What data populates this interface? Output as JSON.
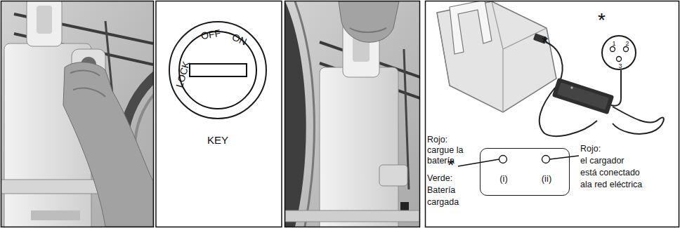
{
  "diagram": {
    "nodes": [
      {
        "text": [
          "LOCK",
          "OFF",
          "ON"
        ]
      },
      {
        "text": [
          "1",
          "2",
          "3"
        ]
      },
      {
        "text": [
          "(i)",
          "(ii)"
        ]
      }
    ],
    "labels": [
      "KEY",
      "*",
      "*",
      "*",
      "*",
      "Rojo: cargue la batería",
      "Verde: Batería cargada",
      "Rojo: el cargador está conectado ala red eléctrica"
    ]
  }
}
